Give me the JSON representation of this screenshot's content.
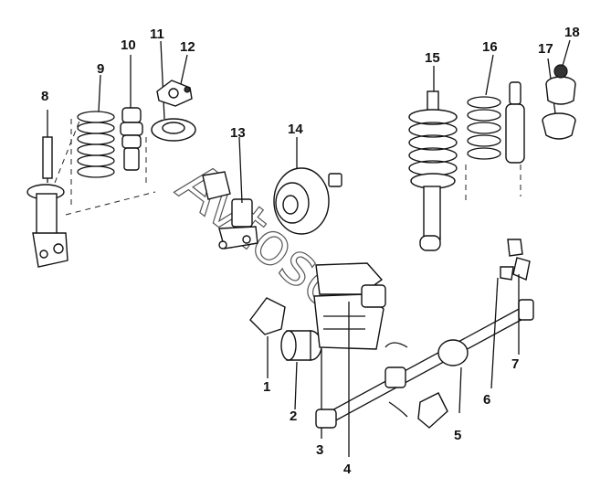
{
  "watermark": "Avtosoft",
  "callouts": [
    "1",
    "2",
    "3",
    "4",
    "5",
    "6",
    "7",
    "8",
    "9",
    "10",
    "11",
    "12",
    "13",
    "14",
    "15",
    "16",
    "17",
    "18"
  ]
}
